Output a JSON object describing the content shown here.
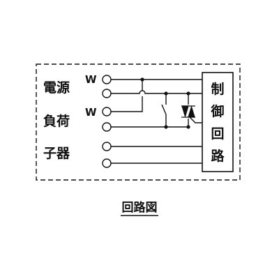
{
  "labels": {
    "power": "電源",
    "load": "負荷",
    "terminal": "子器"
  },
  "w_marks": [
    "W",
    "W"
  ],
  "control_box": [
    "制",
    "御",
    "回",
    "路"
  ],
  "caption": "回路図",
  "colors": {
    "line": "#111111",
    "background": "#ffffff"
  }
}
